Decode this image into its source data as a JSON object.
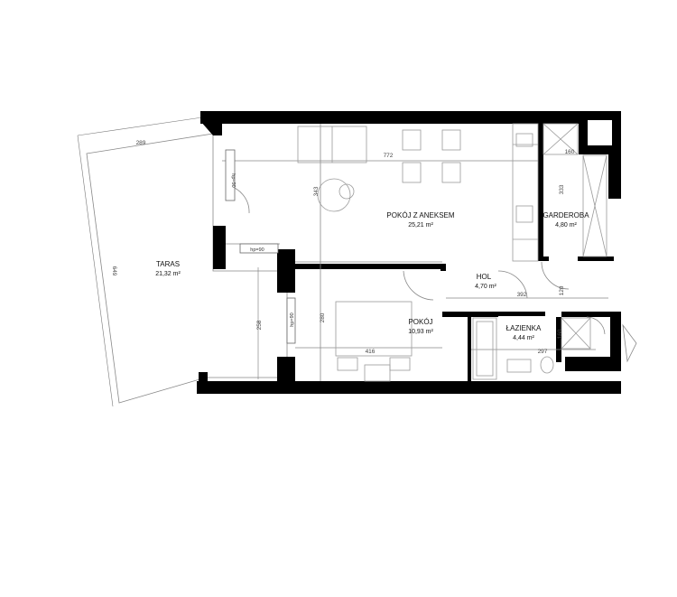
{
  "rooms": {
    "pokoj_z_aneksem": {
      "name": "POKÓJ Z ANEKSEM",
      "area": "25,21 m²"
    },
    "garderoba": {
      "name": "GARDEROBA",
      "area": "4,80 m²"
    },
    "hol": {
      "name": "HOL",
      "area": "4,70 m²"
    },
    "pokoj": {
      "name": "POKÓJ",
      "area": "10,93 m²"
    },
    "lazienka": {
      "name": "ŁAZIENKA",
      "area": "4,44 m²"
    },
    "taras": {
      "name": "TARAS",
      "area": "21,32 m²"
    }
  },
  "dimensions": {
    "d289": "289",
    "d772": "772",
    "d160_top": "160",
    "d343": "343",
    "d333": "333",
    "d649": "649",
    "d392": "392",
    "d120": "120",
    "d258": "258",
    "d280": "280",
    "d416": "416",
    "d297": "297",
    "d160_bath": "160"
  },
  "sills": {
    "s1": "hp=90",
    "s2": "hp=90",
    "s3": "hp=90"
  },
  "colors": {
    "wall": "#000000",
    "line": "#888888",
    "text": "#111111"
  }
}
